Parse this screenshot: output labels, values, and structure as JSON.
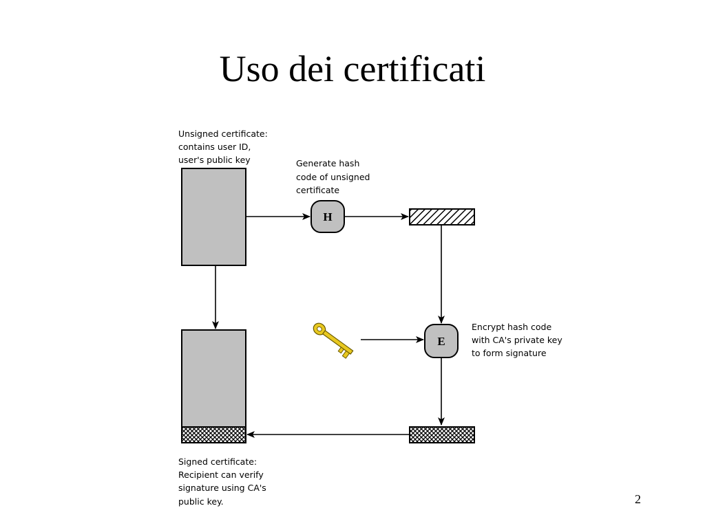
{
  "slide": {
    "title": "Uso dei certificati",
    "page_number": "2"
  },
  "diagram": {
    "unsigned_certificate_label": [
      "Unsigned certificate:",
      "contains user ID,",
      "user's public key"
    ],
    "hash_step_label": [
      "Generate hash",
      "code of unsigned",
      "certificate"
    ],
    "hash_node": "H",
    "encrypt_node": "E",
    "encrypt_step_label": [
      "Encrypt hash code",
      "with CA's private key",
      "to form signature"
    ],
    "signed_certificate_label": [
      "Signed certificate:",
      "Recipient can verify",
      "signature using CA's",
      "public key."
    ],
    "icons": [
      "key-icon"
    ],
    "colors": {
      "certificate_fill": "#c0c0c0",
      "node_fill": "#c0c0c0",
      "key_fill": "#e8c820",
      "stroke": "#000000"
    }
  }
}
